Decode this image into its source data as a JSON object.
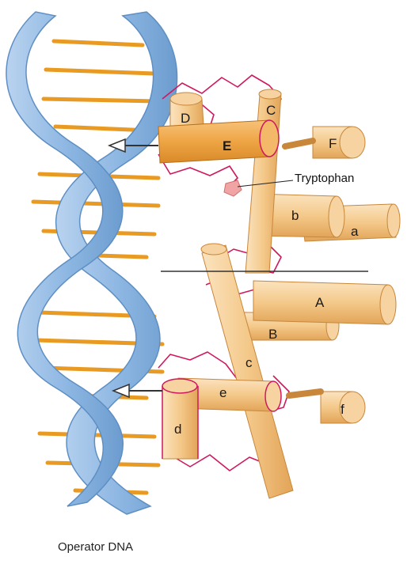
{
  "labels": {
    "D": "D",
    "C": "C",
    "E": "E",
    "F": "F",
    "b": "b",
    "a": "a",
    "A": "A",
    "B": "B",
    "c": "c",
    "e": "e",
    "d": "d",
    "f": "f"
  },
  "callout": "Tryptophan",
  "caption": "Operator DNA",
  "colors": {
    "dna_ribbon": "#8fb8e3",
    "dna_edge": "#5e8fc4",
    "base_pairs": "#e89a22",
    "helix": "#f4c98a",
    "helix_shade": "#e7ab5f",
    "helix_E": "#eea544",
    "loop_trace": "#d0185f",
    "tryptophan": "#f0a4a4"
  }
}
